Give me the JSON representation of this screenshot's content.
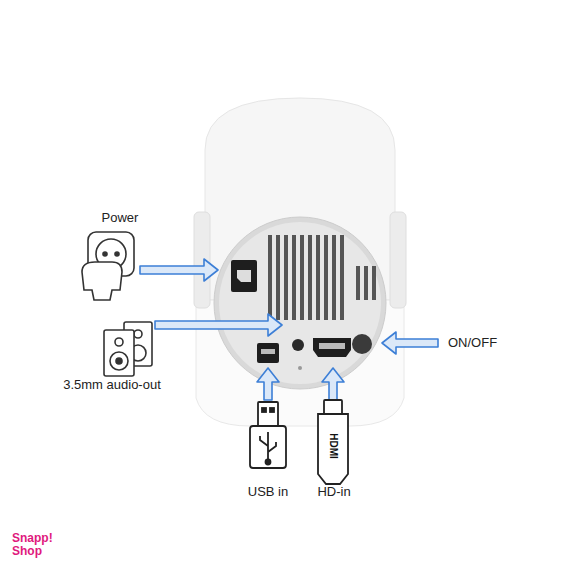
{
  "diagram": {
    "labels": [
      "Power",
      "3.5mm audio-out",
      "ON/OFF",
      "USB in",
      "HD-in",
      "HDMI",
      "Snapp! Shop"
    ]
  }
}
